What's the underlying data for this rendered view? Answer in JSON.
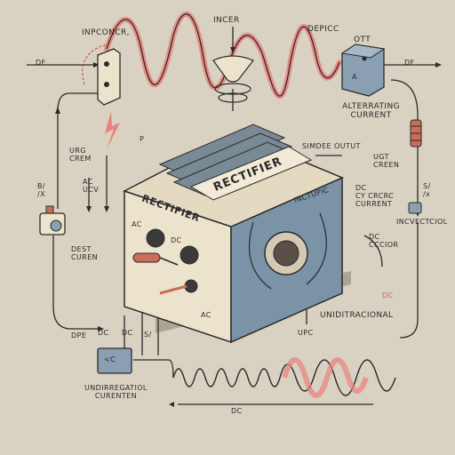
{
  "colors": {
    "background": "#d9d1c2",
    "wave_pink": "#e8827c",
    "ink": "#2b2b2b",
    "box_cream": "#ece3cd",
    "panel_blue": "#7b93a6",
    "component_blue": "#8aa0b2"
  },
  "labels": {
    "top_left_label": "INPCONCR,",
    "top_center_label": "INCER",
    "top_right_label": "DEPICC",
    "ott_label": "OTT",
    "df_left": "DF",
    "df_right": "DF",
    "ac_box_letter": "A",
    "alternating_current": "ALTERRATING\nCURRENT",
    "simdee_output": "SIMDEE OUTUT",
    "ugt_green": "UGT\nCREEN",
    "dc_cy_crcrc": "DC\nCY CRCRC\nCURRENT",
    "s_mark": "S/\n/x",
    "inductor_label": "INCVECTCIOL",
    "dc_ccior": "DC\nCCCIOR",
    "dc_right_pink": "DC",
    "unidirectional": "UNIDITRACIONAL",
    "upc": "UPC",
    "urg_crem": "URG\nCREM",
    "ac_ucv": "AC\nUCV",
    "bx_mark": "B/\n/X",
    "dest_curen": "DEST\nCUREN",
    "p_mark": "P",
    "dpe_label": "DPE",
    "dc_bottom_a": "DC",
    "dc_bottom_b": "DC",
    "s_small": "S/",
    "small_box_text": "<C",
    "undirregational": "UNDIRREGATIOL\nCURENTEN",
    "dc_bottom_axis": "DC",
    "rectifier_top": "RECTIFIER",
    "rectifier_front": "RECTIFIER",
    "ac_front": "AC",
    "dc_front": "DC",
    "ac_bottom_front": "AC",
    "inctupic": "INCTUPIC"
  }
}
